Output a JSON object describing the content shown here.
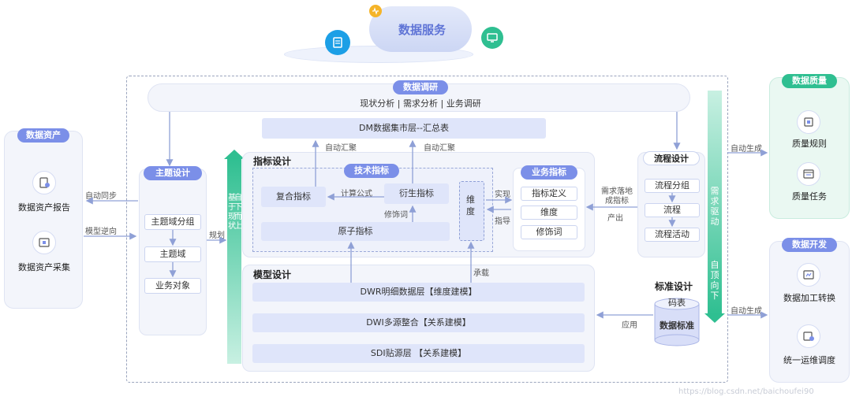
{
  "top": {
    "title": "数据服务"
  },
  "left_panel": {
    "title": "数据资产",
    "items": [
      "数据资产报告",
      "数据资产采集"
    ]
  },
  "arrows_left": {
    "sync": "自动同步",
    "reverse": "模型逆向"
  },
  "research": {
    "title": "数据调研",
    "items": "现状分析 | 需求分析 | 业务调研"
  },
  "dm_bar": "DM数据集市层--汇总表",
  "auto_gather_1": "自动汇聚",
  "auto_gather_2": "自动汇聚",
  "subject": {
    "title": "主题设计",
    "items": [
      "主题域分组",
      "主题域",
      "业务对象"
    ]
  },
  "plan_label": "规划",
  "green_bar": {
    "left": "基于现状",
    "right": "自下而上"
  },
  "indicator": {
    "title": "指标设计",
    "tech_title": "技术指标",
    "composite": "复合指标",
    "formula": "计算公式",
    "derived": "衍生指标",
    "modifier": "修饰词",
    "atomic": "原子指标",
    "dimension": "维度"
  },
  "biz_indicator": {
    "title": "业务指标",
    "items": [
      "指标定义",
      "维度",
      "修饰词"
    ]
  },
  "realize": "实现",
  "guide": "指导",
  "req_label": "需求落地成指标",
  "output_label": "产出",
  "process": {
    "title": "流程设计",
    "items": [
      "流程分组",
      "流程",
      "流程活动"
    ]
  },
  "model": {
    "title": "模型设计",
    "carry": "承载",
    "layers": [
      "DWR明细数据层【维度建模】",
      "DWI多源整合【关系建模】",
      "SDI贴源层 【关系建模】"
    ]
  },
  "standard": {
    "title": "标准设计",
    "code": "码表",
    "std": "数据标准"
  },
  "apply_label": "应用",
  "blue_bar": {
    "top": "需求驱动",
    "bottom": "自顶向下"
  },
  "auto_gen_1": "自动生成",
  "auto_gen_2": "自动生成",
  "quality": {
    "title": "数据质量",
    "items": [
      "质量规则",
      "质量任务"
    ]
  },
  "dev": {
    "title": "数据开发",
    "items": [
      "数据加工转换",
      "统一运维调度"
    ]
  },
  "watermark": "https://blog.csdn.net/baichoufei90",
  "colors": {
    "accent": "#7b8fe8",
    "green": "#2fbf91",
    "box": "#dfe5fa"
  }
}
